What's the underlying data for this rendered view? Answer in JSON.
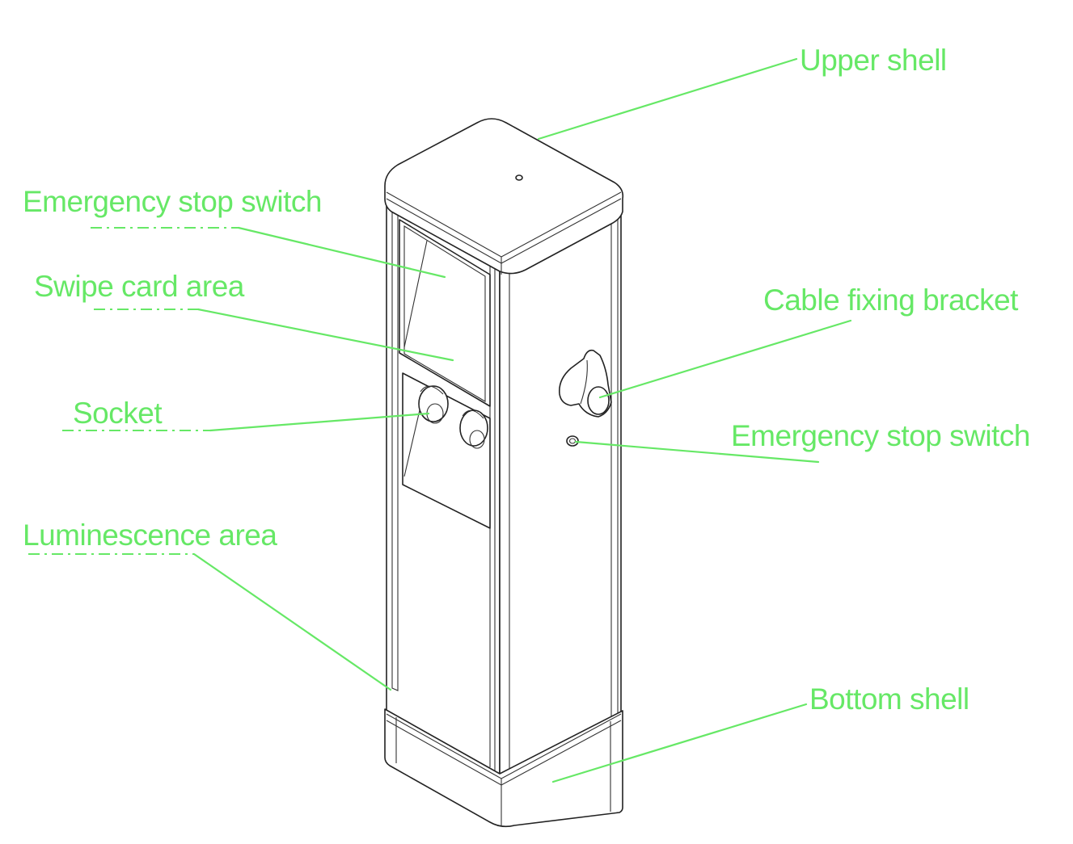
{
  "colors": {
    "label": "#66e866",
    "drawing": "#222222"
  },
  "labels": {
    "upper_shell": "Upper shell",
    "emergency_stop_switch_left": "Emergency stop switch",
    "swipe_card_area": "Swipe card area",
    "socket": "Socket",
    "luminescence_area": "Luminescence area",
    "cable_fixing_bracket": "Cable fixing bracket",
    "emergency_stop_switch_right": "Emergency stop switch",
    "bottom_shell": "Bottom shell"
  }
}
